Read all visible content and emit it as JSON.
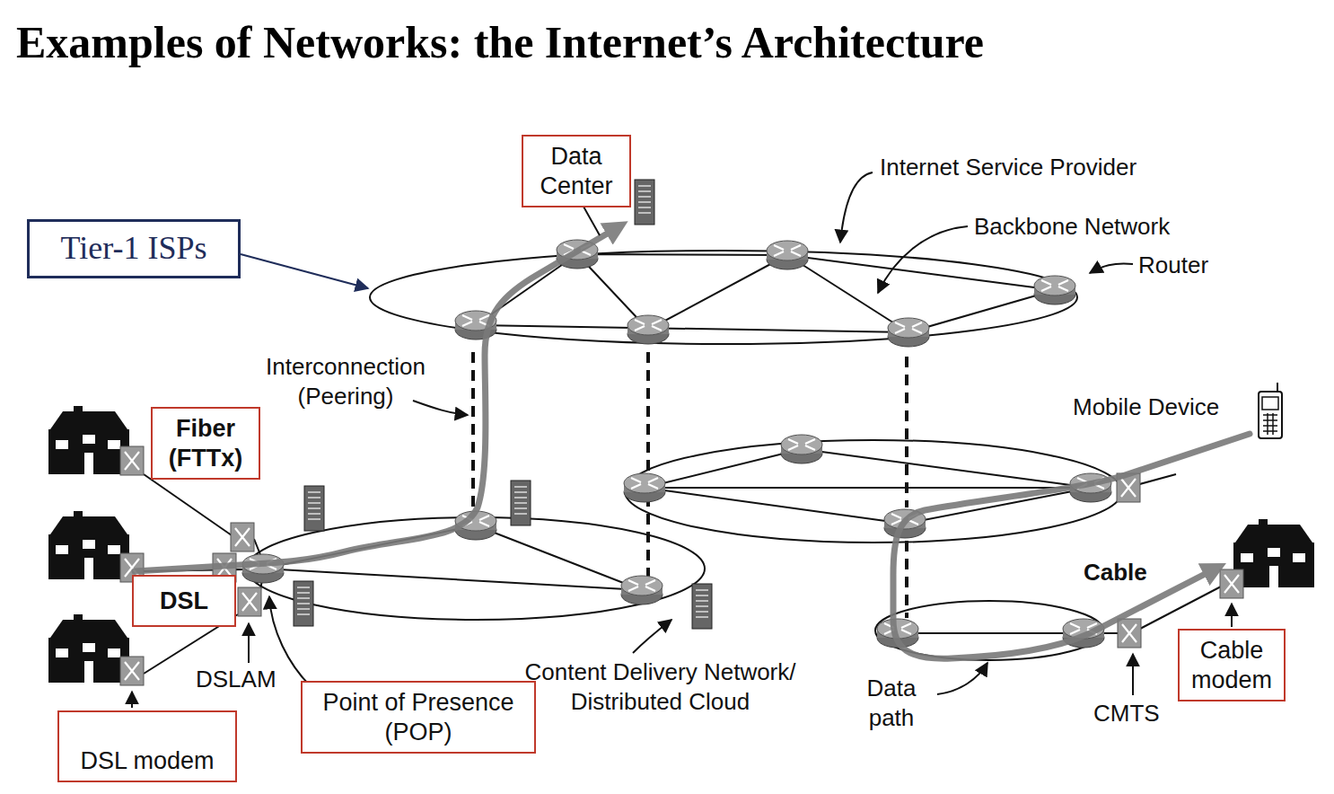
{
  "diagram": {
    "title": "Examples of Networks: the Internet’s Architecture",
    "nodes": [
      {
        "text": [
          "Data Center"
        ]
      },
      {
        "text": [
          "Tier-1 ISPs"
        ]
      },
      {
        "text": [
          "Fiber (FTTx)"
        ]
      },
      {
        "text": [
          "DSL"
        ]
      },
      {
        "text": [
          "DSL modem"
        ]
      },
      {
        "text": [
          "Point of Presence (POP)"
        ]
      },
      {
        "text": [
          "Cable modem"
        ]
      }
    ],
    "labels": [
      "Internet Service Provider",
      "Backbone Network",
      "Router",
      "Interconnection (Peering)",
      "Mobile Device",
      "Cable",
      "DSLAM",
      "Content Delivery Network/ Distributed Cloud",
      "Data path",
      "CMTS"
    ]
  }
}
